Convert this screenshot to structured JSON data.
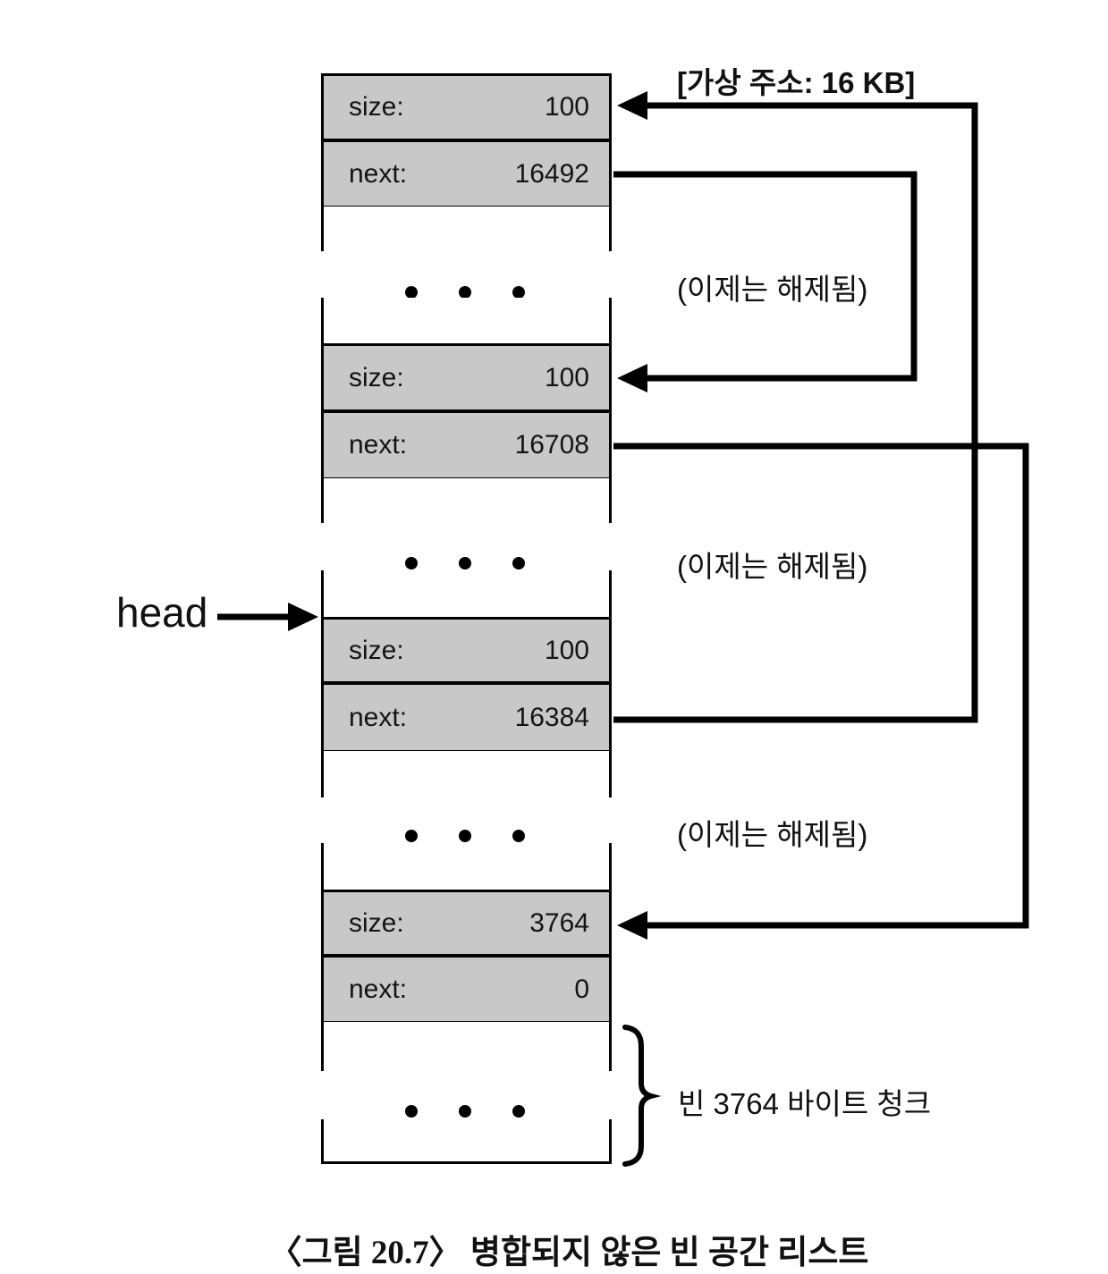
{
  "labels": {
    "head": "head",
    "virtual_address": "[가상 주소: 16 KB]",
    "freed_note": "(이제는 해제됨)",
    "free_chunk_note": "빈 3764 바이트 청크",
    "caption": "〈그림 20.7〉 병합되지 않은 빈 공간 리스트"
  },
  "chunks": [
    {
      "size_label": "size:",
      "size_value": "100",
      "next_label": "next:",
      "next_value": "16492"
    },
    {
      "size_label": "size:",
      "size_value": "100",
      "next_label": "next:",
      "next_value": "16708"
    },
    {
      "size_label": "size:",
      "size_value": "100",
      "next_label": "next:",
      "next_value": "16384"
    },
    {
      "size_label": "size:",
      "size_value": "3764",
      "next_label": "next:",
      "next_value": "0"
    }
  ],
  "colors": {
    "chunk_fill": "#c8c8c8",
    "line": "#000000",
    "background": "#ffffff"
  }
}
